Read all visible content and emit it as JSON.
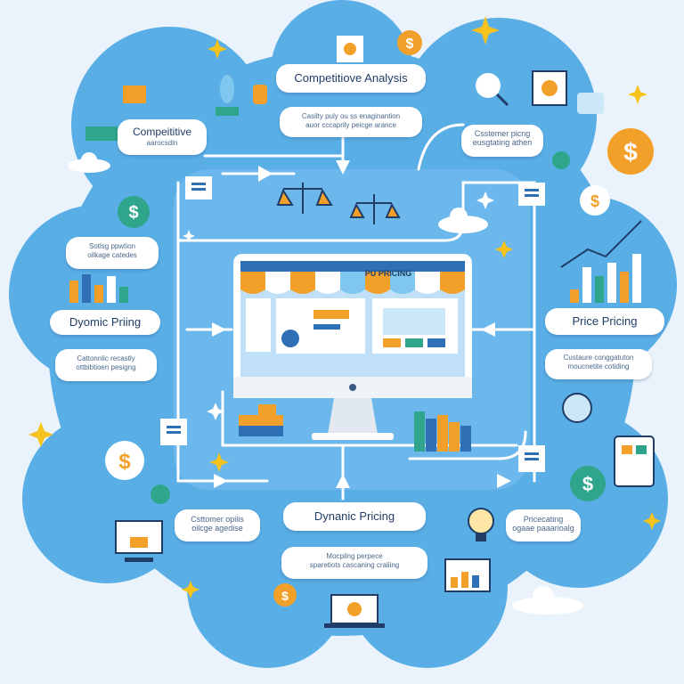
{
  "labels": {
    "top_title": "Competitiove Analysis",
    "top_sub": "Casilty puly ou ss enaginantion\nauor cccaprily peicge arance",
    "left_title": "Compeititive",
    "left_sub": "aarocsdin",
    "left_cap1": "Sotlsg ppwtion\noilkage catedes",
    "left_dynamic": "Dyomic Priing",
    "left_cap2": "Cattonnlic recastly\nottbibtioen pesigng",
    "right_top": "Csstemer picng\neusgtating athen",
    "right_price": "Price Pricing",
    "right_cap": "Custaure conggatuton\nmoucnetite cotiding",
    "bottom_dynamic": "Dynanic Pricing",
    "bottom_sub": "Mocpilng perpece\nsparetiots cascaning craliing",
    "bottom_left": "Csttomer opilis\noilcge agedise",
    "bottom_right": "Pricecating\nogaae paaarioalg",
    "screen_banner": "PU PRICING"
  },
  "colors": {
    "cloud": "#5aaee6",
    "cloud_dark": "#3f95d6",
    "arrow": "#ffffff",
    "orange": "#f3a02b",
    "navy": "#1f3d66",
    "teal": "#2fa58c"
  }
}
